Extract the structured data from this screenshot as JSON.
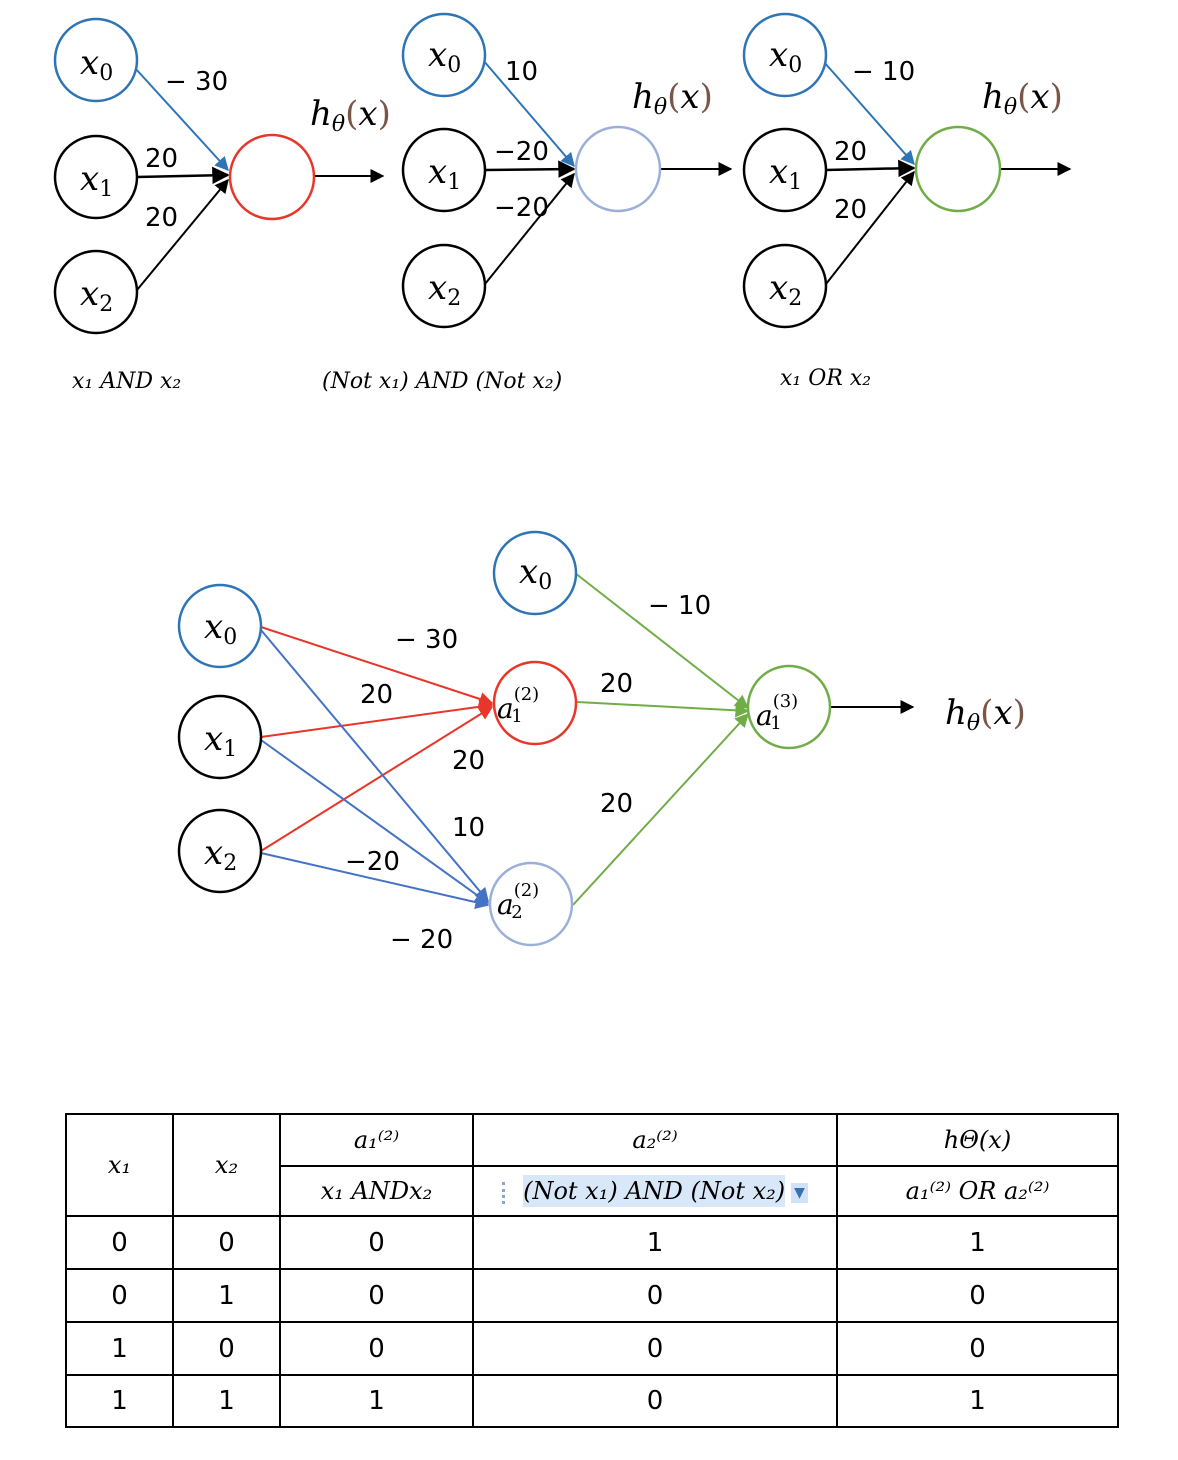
{
  "colors": {
    "blue": "#2e75b6",
    "red": "#e8362a",
    "light_blue": "#9bb0d8",
    "green": "#70ad47",
    "brown": "#7a5548",
    "black": "#000000"
  },
  "nodes": {
    "x0_base": "x",
    "x0_sub": "0",
    "x1_base": "x",
    "x1_sub": "1",
    "x2_base": "x",
    "x2_sub": "2",
    "a1_base": "a",
    "a1_sup": "(2)",
    "a1_sub": "1",
    "a2_base": "a",
    "a2_sup": "(2)",
    "a2_sub": "2",
    "a3_base": "a",
    "a3_sup": "(3)",
    "a3_sub": "1"
  },
  "hypothesis": {
    "h": "h",
    "theta": "θ",
    "lparen": "(",
    "x": "x",
    "rparen": ")"
  },
  "top_networks": [
    {
      "weights": {
        "bias": "− 30",
        "x1": "20",
        "x2": "20"
      },
      "caption": "x₁ AND x₂"
    },
    {
      "weights": {
        "bias": "10",
        "x1": "−20",
        "x2": "−20"
      },
      "caption": "(Not x₁) AND (Not x₂)"
    },
    {
      "weights": {
        "bias": "− 10",
        "x1": "20",
        "x2": "20"
      },
      "caption": "x₁ OR x₂"
    }
  ],
  "combined_network": {
    "w_x0_a1": "− 30",
    "w_x1_a1": "20",
    "w_x2_a1": "20",
    "w_x0_a2": "10",
    "w_x1_a2": "−20",
    "w_x2_a2": "− 20",
    "w_bias_out": "− 10",
    "w_a1_out": "20",
    "w_a2_out": "20"
  },
  "table": {
    "headers": {
      "x1": "x₁",
      "x2": "x₂",
      "a1_top": "a₁⁽²⁾",
      "a1_sub": "x₁ ANDx₂",
      "a2_top": "a₂⁽²⁾",
      "a2_sub": "(Not x₁) AND (Not x₂)",
      "h_top": "hΘ(x)",
      "h_sub": "a₁⁽²⁾ OR a₂⁽²⁾"
    },
    "rows": [
      [
        "0",
        "0",
        "0",
        "1",
        "1"
      ],
      [
        "0",
        "1",
        "0",
        "0",
        "0"
      ],
      [
        "1",
        "0",
        "0",
        "0",
        "0"
      ],
      [
        "1",
        "1",
        "1",
        "0",
        "1"
      ]
    ]
  }
}
